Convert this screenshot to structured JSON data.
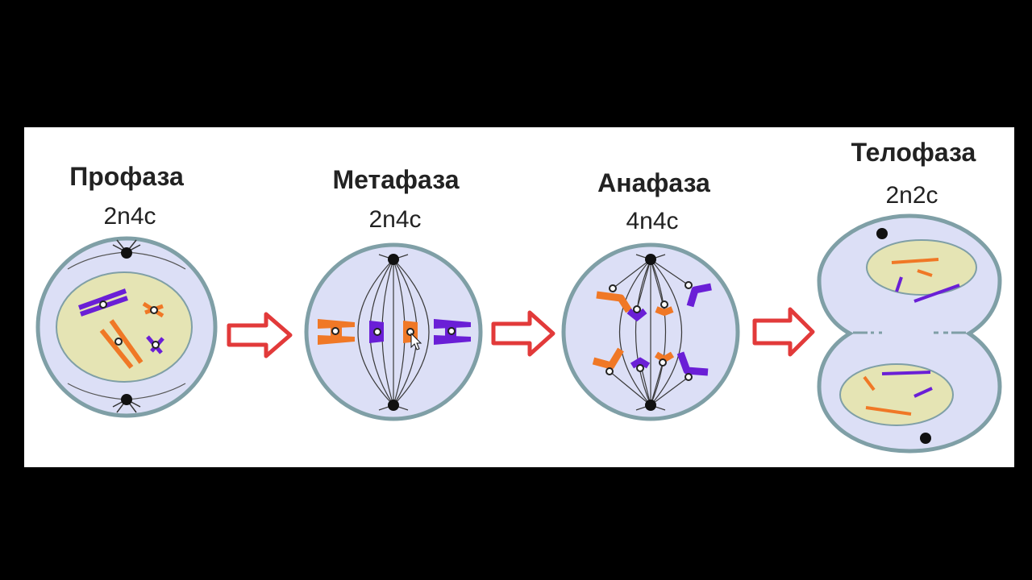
{
  "phases": [
    {
      "name": "Профаза",
      "formula": "2n4c"
    },
    {
      "name": "Метафаза",
      "formula": "2n4c"
    },
    {
      "name": "Анафаза",
      "formula": "4n4c"
    },
    {
      "name": "Телофаза",
      "formula": "2n2c"
    }
  ],
  "colors": {
    "cell_fill": "#dcdff6",
    "cell_border": "#7f9fa6",
    "nucleus_fill": "#e5e4b4",
    "chromosome_orange": "#f07826",
    "chromosome_purple": "#6a1fd6",
    "arrow": "#e23a3a",
    "spindle": "#3a3a3a"
  },
  "icons": [
    "right-arrow-icon",
    "mouse-cursor-icon"
  ]
}
